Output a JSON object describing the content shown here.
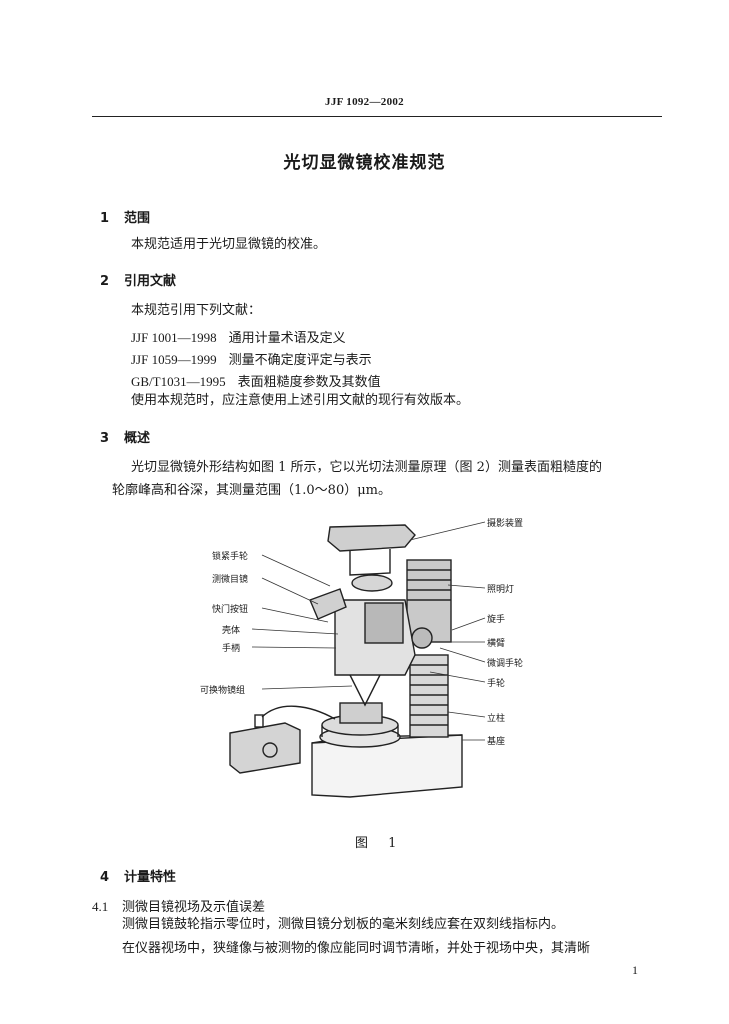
{
  "header": {
    "standard_code": "JJF 1092—2002"
  },
  "title": "光切显微镜校准规范",
  "sections": {
    "s1": {
      "number": "1",
      "heading": "范围",
      "text": "本规范适用于光切显微镜的校准。"
    },
    "s2": {
      "number": "2",
      "heading": "引用文献",
      "intro": "本规范引用下列文献：",
      "refs": [
        {
          "code": "JJF 1001—1998",
          "title": "通用计量术语及定义"
        },
        {
          "code": "JJF 1059—1999",
          "title": "测量不确定度评定与表示"
        },
        {
          "code": "GB/T1031—1995",
          "title": "表面粗糙度参数及其数值"
        }
      ],
      "note": "使用本规范时，应注意使用上述引用文献的现行有效版本。"
    },
    "s3": {
      "number": "3",
      "heading": "概述",
      "line1": "光切显微镜外形结构如图 1 所示，它以光切法测量原理（图 2）测量表面粗糙度的",
      "line2": "轮廓峰高和谷深，其测量范围（1.0～80）μm。"
    },
    "s4": {
      "number": "4",
      "heading": "计量特性",
      "sub": {
        "number": "4.1",
        "heading": "测微目镜视场及示值误差"
      },
      "line1": "测微目镜鼓轮指示零位时，测微目镜分划板的毫米刻线应套在双刻线指标内。",
      "line2": "在仪器视场中，狭缝像与被测物的像应能同时调节清晰，并处于视场中央，其清晰"
    }
  },
  "figure": {
    "caption": "图 1",
    "labels_left": [
      "锁紧手轮",
      "测微目镜",
      "快门按钮",
      "壳体",
      "手柄",
      "可换物镜组"
    ],
    "labels_right": [
      "摄影装置",
      "照明灯",
      "旋手",
      "横臂",
      "微调手轮",
      "手轮",
      "立柱",
      "基座"
    ]
  },
  "page_number": "1"
}
